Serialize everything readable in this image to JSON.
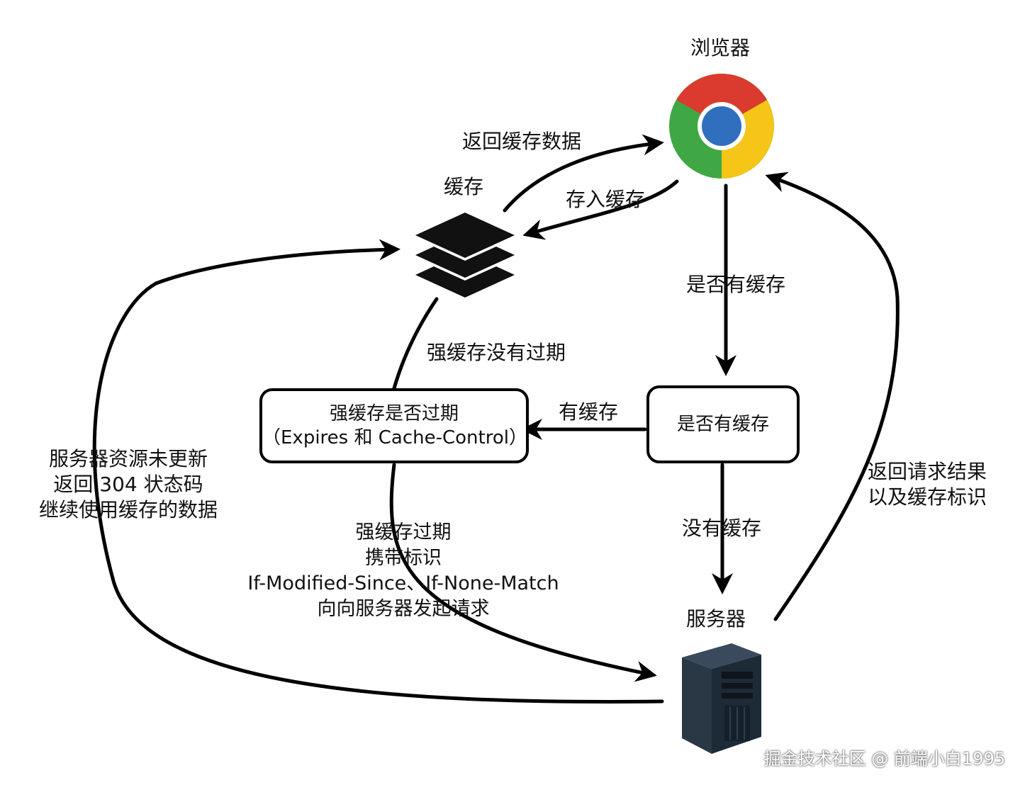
{
  "nodes": {
    "browser_label": "浏览器",
    "cache_label": "缓存",
    "server_label": "服务器",
    "has_cache_box": "是否有缓存",
    "strong_cache_box": [
      "强缓存是否过期",
      "（Expires 和 Cache-Control）"
    ]
  },
  "edges": {
    "return_cache_data": "返回缓存数据",
    "store_cache": "存入缓存",
    "check_cache": "是否有缓存",
    "strong_not_expired": "强缓存没有过期",
    "has_cache": "有缓存",
    "no_cache": "没有缓存",
    "return_result": [
      "返回请求结果",
      "以及缓存标识"
    ],
    "not_modified": [
      "服务器资源未更新",
      "返回 304 状态码",
      "继续使用缓存的数据"
    ],
    "strong_expired": [
      "强缓存过期",
      "携带标识",
      "If-Modified-Since、If-None-Match",
      "向向服务器发起请求"
    ]
  },
  "watermark": "掘金技术社区 @ 前端小白1995",
  "colors": {
    "chrome_red": "#DB3A2E",
    "chrome_yellow": "#F5C518",
    "chrome_green": "#3FA844",
    "chrome_blue": "#2F6FBE",
    "server_body": "#1E2A36"
  },
  "icons": [
    "chrome-icon",
    "layers-icon",
    "server-tower-icon"
  ]
}
